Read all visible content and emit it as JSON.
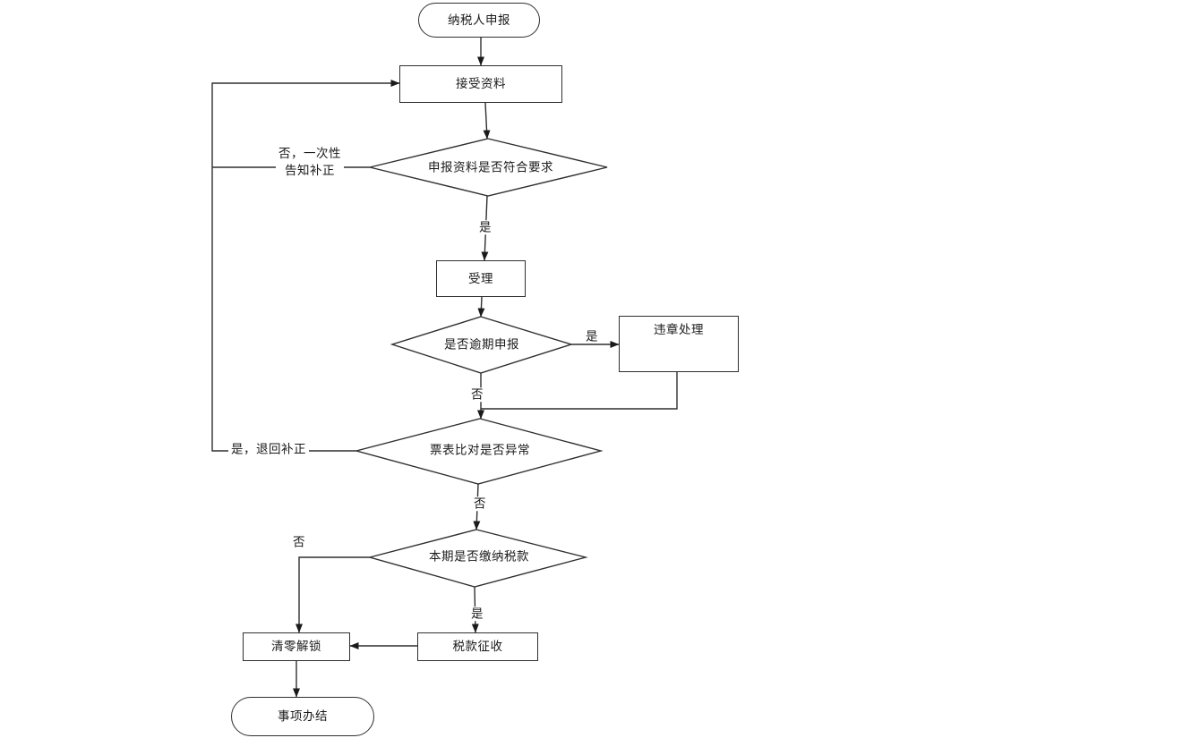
{
  "canvas": {
    "background": "#ffffff",
    "line_color": "#2f2f2f",
    "text_color": "#1a1a1a"
  },
  "nodes": {
    "start": {
      "type": "terminator",
      "label": "纳税人申报"
    },
    "receive_docs": {
      "type": "process",
      "label": "接受资料"
    },
    "docs_check": {
      "type": "decision",
      "label": "申报资料是否符合要求"
    },
    "accept": {
      "type": "process",
      "label": "受理"
    },
    "overdue_check": {
      "type": "decision",
      "label": "是否逾期申报"
    },
    "violation_handling": {
      "type": "process",
      "label": "违章处理"
    },
    "invoice_compare_check": {
      "type": "decision",
      "label": "票表比对是否异常"
    },
    "tax_due_check": {
      "type": "decision",
      "label": "本期是否缴纳税款"
    },
    "tax_collection": {
      "type": "process",
      "label": "税款征收"
    },
    "reset_unlock": {
      "type": "process",
      "label": "清零解锁"
    },
    "end": {
      "type": "terminator",
      "label": "事项办结"
    }
  },
  "edge_labels": {
    "docs_check_no_line1": "否，一次性",
    "docs_check_no_line2": "告知补正",
    "docs_check_yes": "是",
    "overdue_yes": "是",
    "overdue_no": "否",
    "compare_yes": "是，退回补正",
    "compare_no": "否",
    "tax_due_no": "否",
    "tax_due_yes": "是"
  }
}
